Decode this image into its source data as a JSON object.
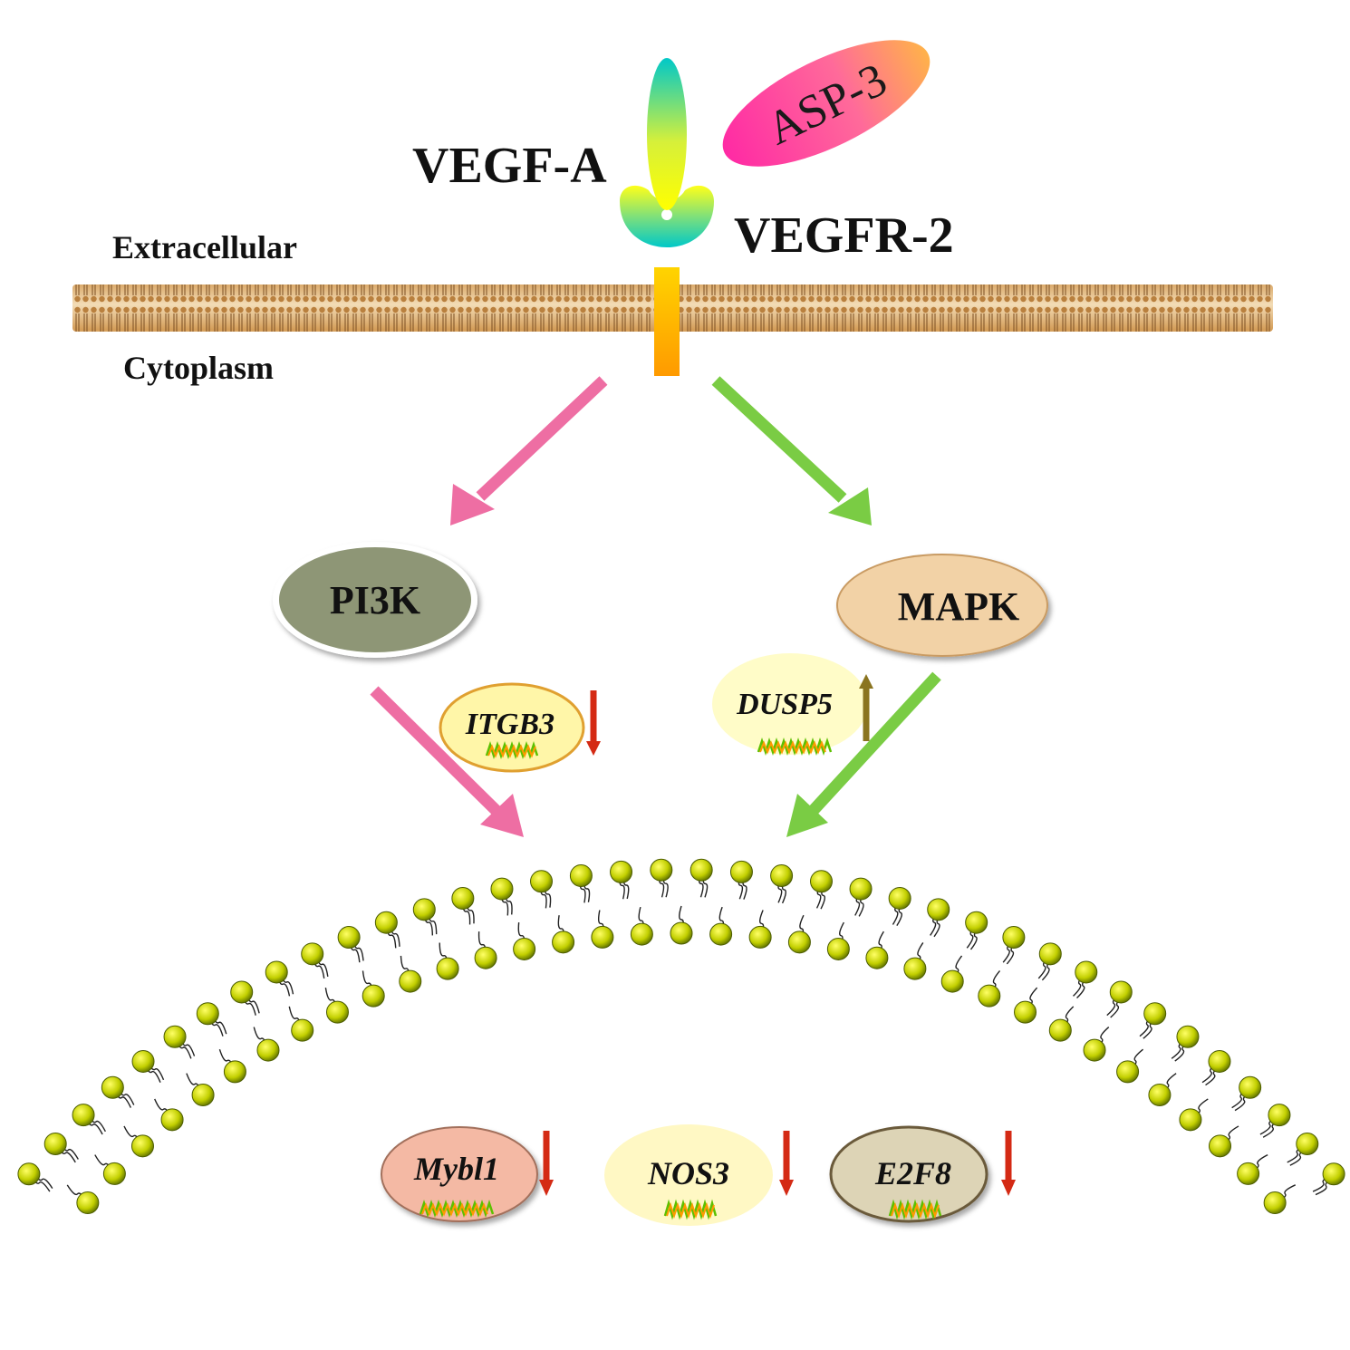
{
  "labels": {
    "ligand": "VEGF-A",
    "receptor": "VEGFR-2",
    "drug": "ASP-3",
    "extracellular": "Extracellular",
    "cytoplasm": "Cytoplasm"
  },
  "pathways": [
    {
      "id": "pi3k",
      "label": "PI3K",
      "arrow_color": "#ee6ea3",
      "node_fill": "#8e9676"
    },
    {
      "id": "mapk",
      "label": "MAPK",
      "arrow_color": "#7acc44",
      "node_fill": "#f2d2a6"
    }
  ],
  "genes": [
    {
      "id": "itgb3",
      "label": "ITGB3",
      "regulation": "down",
      "fill": "#fff6a8"
    },
    {
      "id": "dusp5",
      "label": "DUSP5",
      "regulation": "up",
      "fill": "#fffcc8"
    },
    {
      "id": "mybl1",
      "label": "Mybl1",
      "regulation": "down",
      "fill": "#f4b9a4"
    },
    {
      "id": "nos3",
      "label": "NOS3",
      "regulation": "down",
      "fill": "#fff8c4"
    },
    {
      "id": "e2f8",
      "label": "E2F8",
      "regulation": "down",
      "fill": "#ddd4b6"
    }
  ],
  "colors": {
    "down_arrow": "#d42a14",
    "up_arrow": "#8a7420",
    "lipid_head": "#c8d200",
    "membrane": "#d9a35a"
  }
}
